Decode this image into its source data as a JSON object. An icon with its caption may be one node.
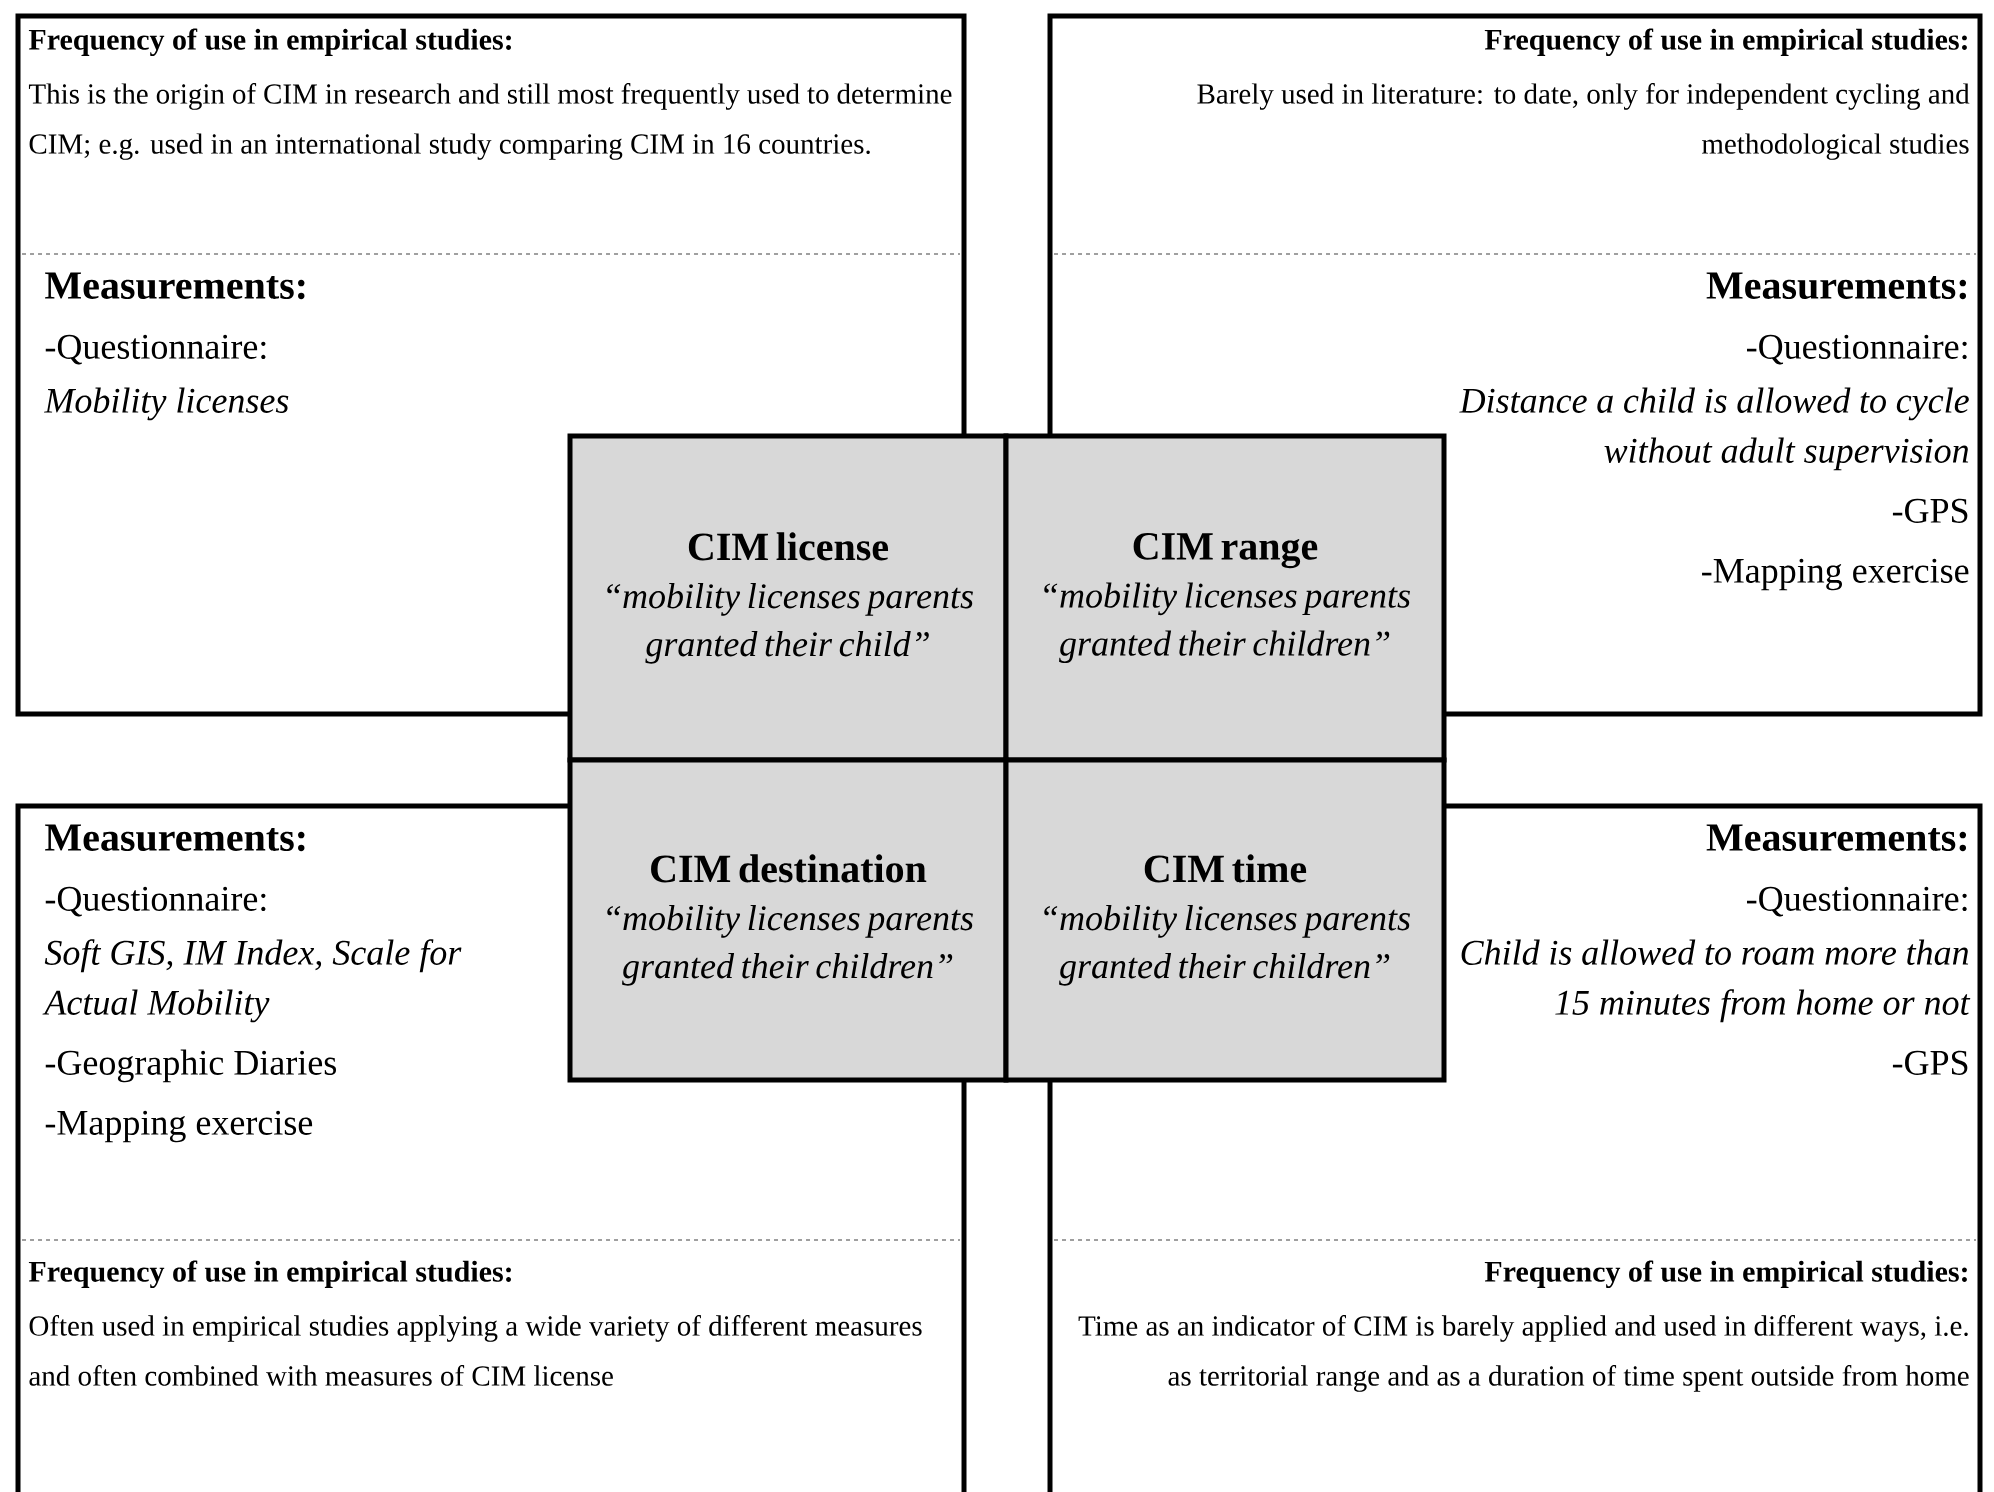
{
  "diagram": {
    "nodes": [
      {
        "text": [
          "Frequency of use in empirical studies:",
          "This is the origin of CIM in research and still most frequently used to determine CIM; e.g. used in an international study comparing CIM in 16 countries.",
          "Measurements:",
          "-Questionnaire:",
          "Mobility licenses"
        ]
      },
      {
        "text": [
          "Frequency of use in empirical studies:",
          "Barely used in literature: to date, only for independent cycling and methodological studies",
          "Measurements:",
          "-Questionnaire:",
          "Distance a child is allowed to cycle without adult supervision",
          "-GPS",
          "-Mapping exercise"
        ]
      },
      {
        "text": [
          "CIM license",
          "“mobility licenses parents granted their child”"
        ]
      },
      {
        "text": [
          "CIM range",
          "“mobility licenses parents granted their children”"
        ]
      },
      {
        "text": [
          "CIM destination",
          "“mobility licenses parents granted their children”"
        ]
      },
      {
        "text": [
          "CIM time",
          "“mobility licenses parents granted their children”"
        ]
      },
      {
        "text": [
          "Measurements:",
          "-Questionnaire:",
          "Soft GIS, IM Index, Scale for Actual Mobility",
          "-Geographic Diaries",
          "-Mapping exercise",
          "Frequency of use in empirical studies:",
          "Often used in empirical studies applying a wide variety of different measures and often combined with measures of CIM license"
        ]
      },
      {
        "text": [
          "Measurements:",
          "-Questionnaire:",
          "Child is allowed to roam more than 15 minutes from home or not",
          "-GPS",
          "Frequency of use in empirical studies:",
          "Time as an indicator of CIM is barely applied and used in different ways, i.e. as territorial range and as a duration of time spent outside from home"
        ]
      }
    ]
  }
}
